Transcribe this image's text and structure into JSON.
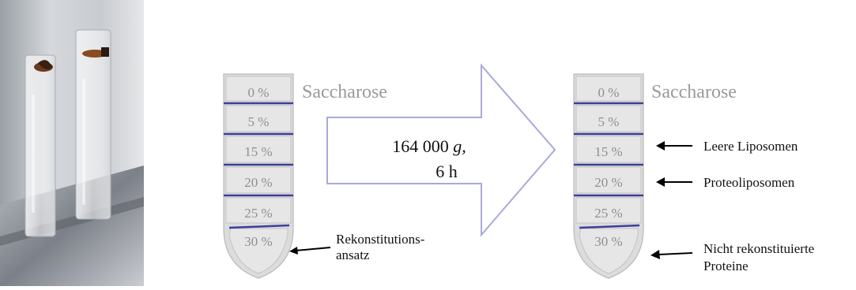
{
  "colors": {
    "tube_fill": "#dcdcdc",
    "tube_stroke": "#b9b9b9",
    "band": "#3b3f9c",
    "arrow_stroke": "#a9a9dc",
    "pointer_arrow": "#000000",
    "percent_text": "#8f8f8f"
  },
  "photo": {
    "description_icon": "centrifuge-tubes-photo"
  },
  "left_tube": {
    "layers": [
      "0 %",
      "5 %",
      "15 %",
      "20 %",
      "25 %",
      "30 %"
    ],
    "gradient_label": "Saccharose",
    "annotation_line1": "Rekonstitutions-",
    "annotation_line2": "ansatz"
  },
  "centrifugation": {
    "speed_number": "164 000",
    "speed_unit": "g",
    "speed_comma": ",",
    "duration": "6 h"
  },
  "right_tube": {
    "layers": [
      "0 %",
      "5 %",
      "15 %",
      "20 %",
      "25 %",
      "30 %"
    ],
    "gradient_label": "Saccharose",
    "annotations": [
      {
        "text": "Leere Liposomen"
      },
      {
        "text": "Proteoliposomen"
      }
    ],
    "bottom_annotation_line1": "Nicht rekonstituierte",
    "bottom_annotation_line2": "Proteine"
  }
}
